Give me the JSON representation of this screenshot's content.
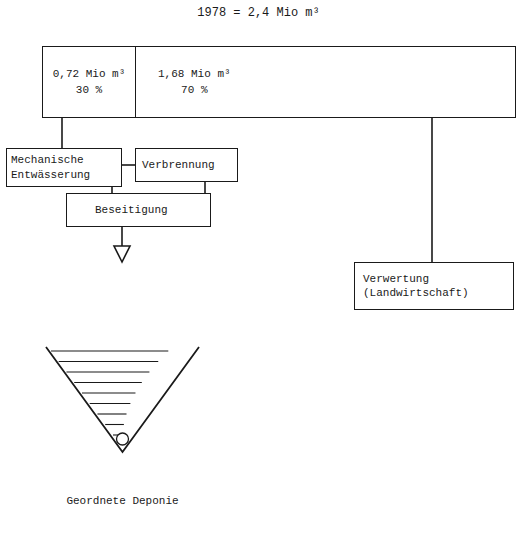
{
  "diagram": {
    "title": "1978 = 2,4 Mio m³",
    "nodes": [
      {
        "text": [
          "0,72 Mio m³",
          "30 %"
        ]
      },
      {
        "text": [
          "1,68 Mio m³",
          "70 %"
        ]
      },
      {
        "text": [
          "Mechanische Entwässerung"
        ]
      },
      {
        "text": [
          "Verbrennung"
        ]
      },
      {
        "text": [
          "Beseitigung"
        ]
      },
      {
        "text": [
          "Verwertung (Landwirtschaft)"
        ]
      },
      {
        "text": [
          "Geordnete Deponie"
        ]
      }
    ],
    "edges": [
      {
        "from": 0,
        "to": 2,
        "arrow": "none"
      },
      {
        "from": 2,
        "to": 3,
        "arrow": "none"
      },
      {
        "from": 2,
        "to": 4,
        "arrow": "none"
      },
      {
        "from": 3,
        "to": 4,
        "arrow": "none"
      },
      {
        "from": 1,
        "to": 5,
        "arrow": "none"
      },
      {
        "from": 4,
        "to": 6,
        "arrow": "to"
      }
    ]
  }
}
